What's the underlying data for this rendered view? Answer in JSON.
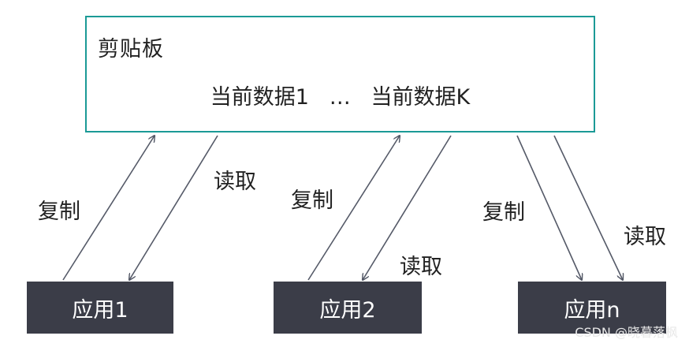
{
  "clipboard": {
    "title": "剪贴板",
    "data_line": "当前数据1   …   当前数据K"
  },
  "apps": {
    "app1": "应用1",
    "app2": "应用2",
    "appn": "应用n"
  },
  "labels": {
    "copy1": "复制",
    "read1": "读取",
    "copy2": "复制",
    "read2": "读取",
    "copyn": "复制",
    "readn": "读取"
  },
  "watermark": "CSDN @晓暮落枫",
  "colors": {
    "clipboard_border": "#1b9a96",
    "app_fill": "#3b3d48",
    "arrow": "#555a68"
  }
}
